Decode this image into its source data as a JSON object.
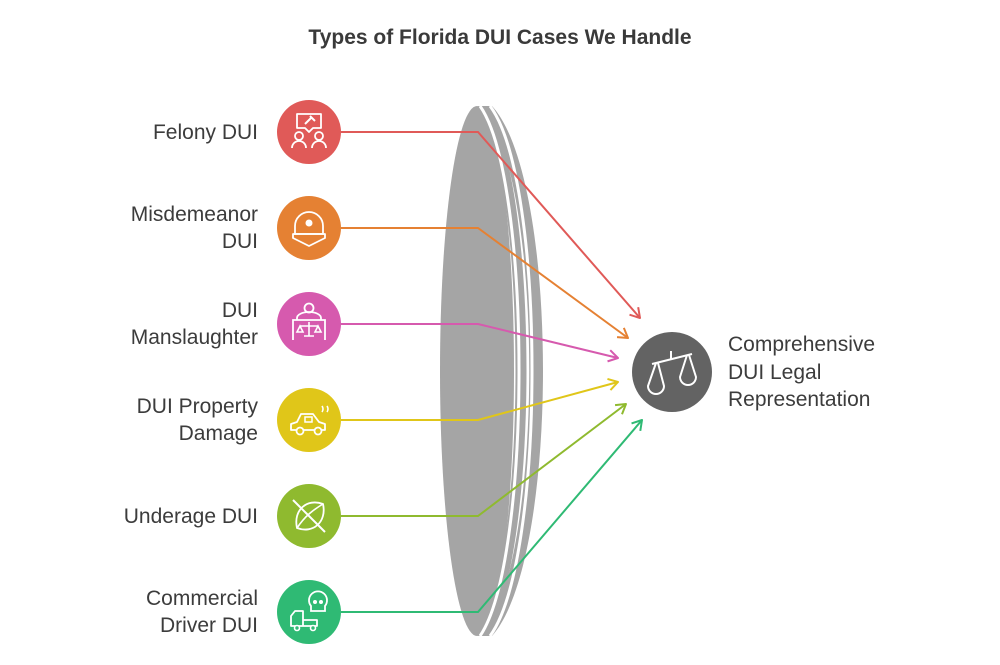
{
  "title": "Types of Florida DUI Cases We Handle",
  "sources": [
    {
      "label_lines": [
        "Felony DUI"
      ],
      "icon": "courtroom-gavel-people-icon",
      "color": "#e05a58"
    },
    {
      "label_lines": [
        "Misdemeanor",
        "DUI"
      ],
      "icon": "police-helmet-icon",
      "color": "#e58133"
    },
    {
      "label_lines": [
        "DUI",
        "Manslaughter"
      ],
      "icon": "person-with-scales-icon",
      "color": "#d65aae"
    },
    {
      "label_lines": [
        "DUI Property",
        "Damage"
      ],
      "icon": "damaged-car-icon",
      "color": "#e0c619"
    },
    {
      "label_lines": [
        "Underage DUI"
      ],
      "icon": "no-leaf-icon",
      "color": "#8fba2f"
    },
    {
      "label_lines": [
        "Commercial",
        "Driver DUI"
      ],
      "icon": "truck-skull-icon",
      "color": "#2fba74"
    }
  ],
  "target": {
    "label_lines": [
      "Comprehensive",
      "DUI Legal",
      "Representation"
    ],
    "icon": "scales-of-justice-icon",
    "color": "#636363"
  },
  "lens_color": "#a5a5a5"
}
